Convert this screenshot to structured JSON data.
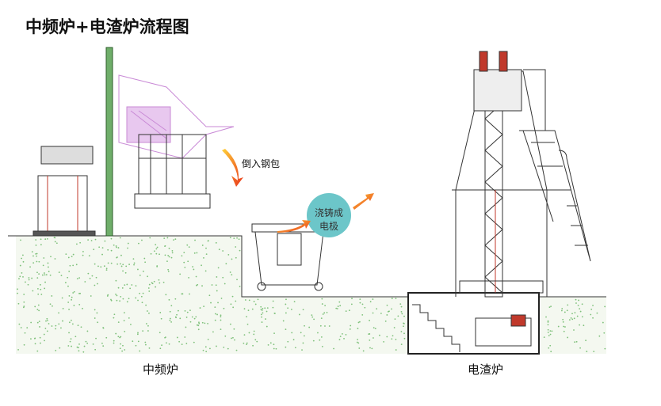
{
  "title": "中频炉+电渣炉流程图",
  "annotations": {
    "pour": "倒入钢包",
    "cast_line1": "浇铸成",
    "cast_line2": "电极"
  },
  "labels": {
    "if_furnace": "中频炉",
    "esr_furnace": "电渣炉"
  },
  "colors": {
    "ground": "#eef3e8",
    "speckle": "#7ec07a",
    "pole": "#6fae6a",
    "furnace_pink": "#c98ad6",
    "circle": "#6cc6c9",
    "arrow": "#f2701f"
  }
}
